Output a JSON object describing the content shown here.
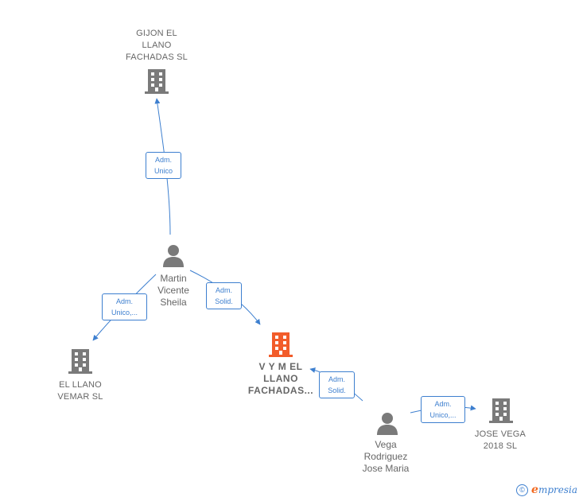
{
  "colors": {
    "edge": "#3d7fcf",
    "company_icon": "#7a7a7a",
    "main_company_icon": "#f25c2a",
    "person_icon": "#7a7a7a",
    "label_text": "#666666"
  },
  "nodes": {
    "gijon": {
      "label": "GIJON EL\nLLANO\nFACHADAS SL",
      "icon": "building-icon"
    },
    "martin": {
      "label": "Martin\nVicente\nSheila",
      "icon": "person-icon"
    },
    "llano_vemar": {
      "label": "EL LLANO\nVEMAR  SL",
      "icon": "building-icon"
    },
    "vym": {
      "label": "V Y M EL\nLLANO\nFACHADAS...",
      "icon": "building-icon"
    },
    "vega": {
      "label": "Vega\nRodriguez\nJose Maria",
      "icon": "person-icon"
    },
    "jose_vega": {
      "label": "JOSE VEGA\n2018  SL",
      "icon": "building-icon"
    }
  },
  "edges": {
    "martin_gijon": {
      "label": "Adm.\nUnico"
    },
    "martin_vemar": {
      "label": "Adm.\nUnico,..."
    },
    "martin_vym": {
      "label": "Adm.\nSolid."
    },
    "vega_vym": {
      "label": "Adm.\nSolid."
    },
    "vega_josevega": {
      "label": "Adm.\nUnico,..."
    }
  },
  "footer": {
    "copyright_symbol": "©",
    "brand_initial": "e",
    "brand_rest": "mpresia"
  }
}
